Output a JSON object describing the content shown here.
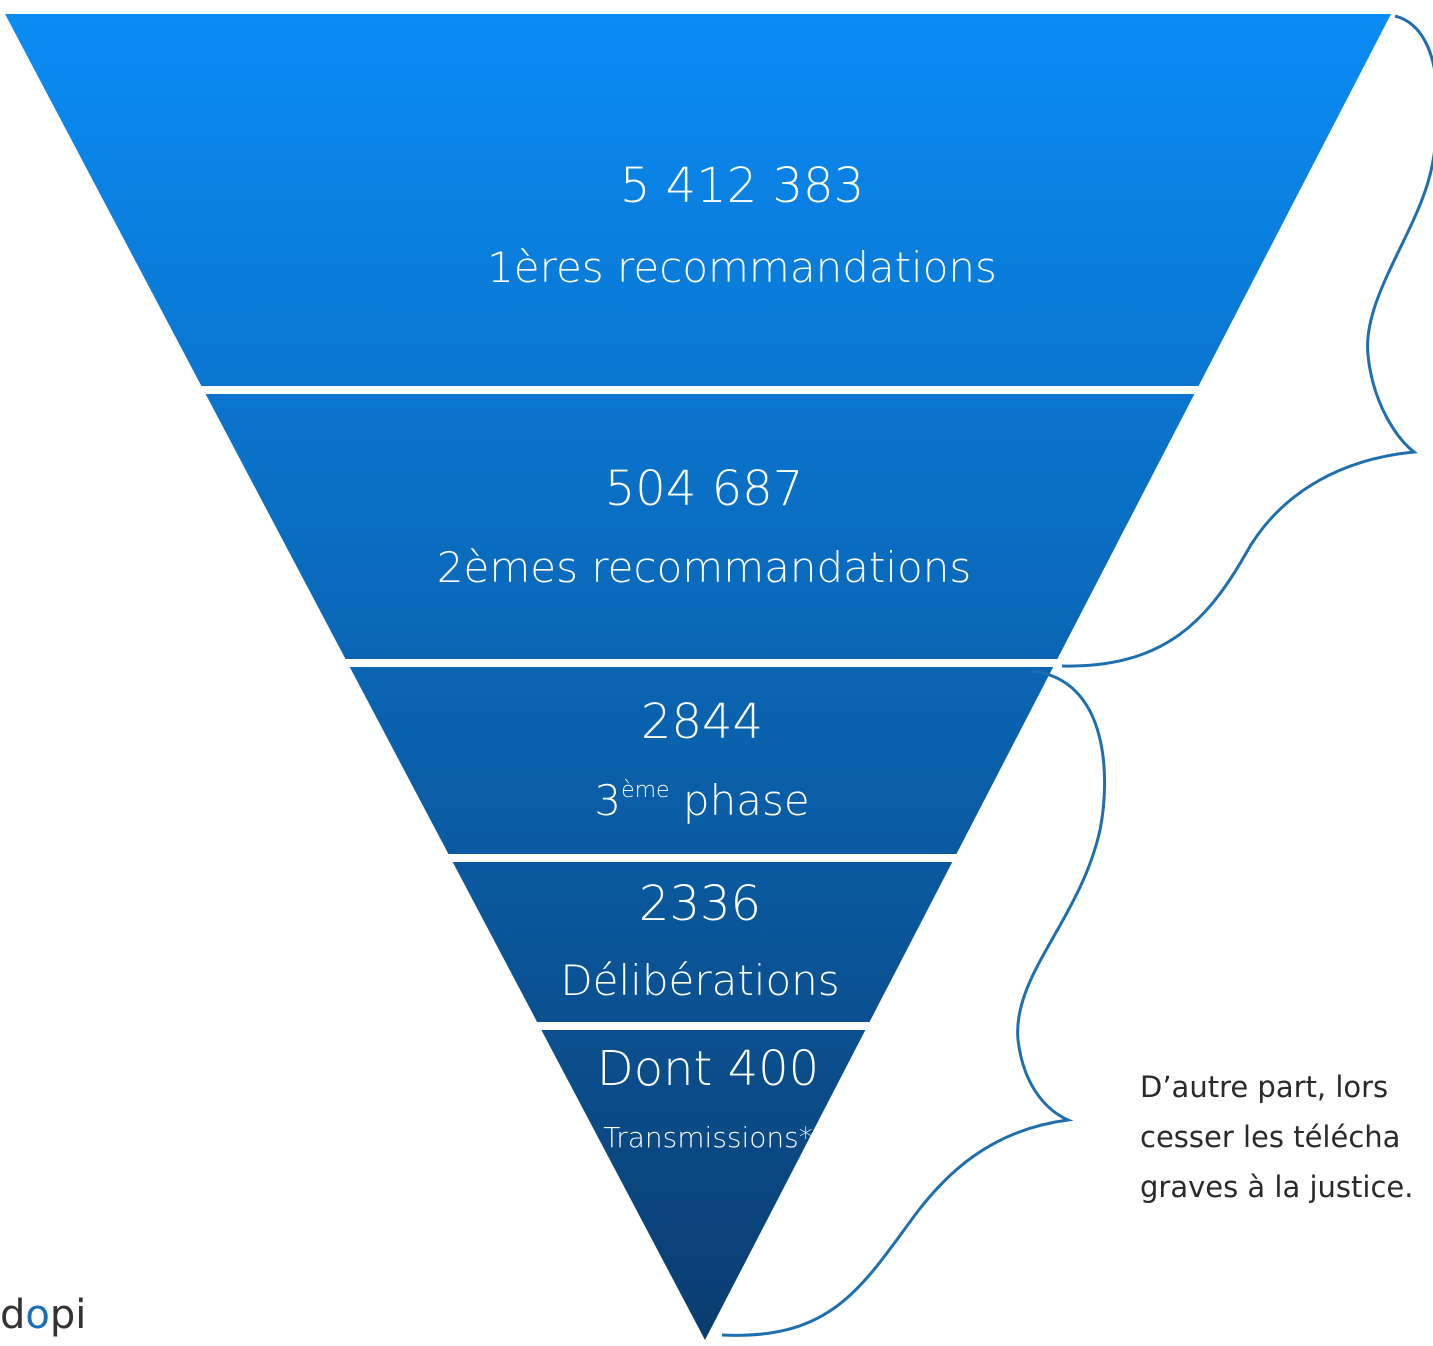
{
  "funnel": {
    "stages": [
      {
        "value": "5 412 383",
        "label": "1ères recommandations"
      },
      {
        "value": "504 687",
        "label": "2èmes recommandations"
      },
      {
        "value": "2844",
        "label_main": "3",
        "label_sup": "ème",
        "label_rest": " phase"
      },
      {
        "value": "2336",
        "label": "Délibérations"
      },
      {
        "value": "Dont 400",
        "label": "Transmissions*"
      }
    ]
  },
  "side_note": {
    "lines": [
      "D’autre part, lors",
      "cesser les télécha",
      "graves à la justice."
    ]
  },
  "brand": {
    "prefix": "d",
    "o": "o",
    "suffix": "pi"
  },
  "colors": {
    "funnel_top": "#0a8cf5",
    "funnel_bottom": "#0a3d70",
    "brace": "#1f6fb0",
    "divider": "#ffffff"
  }
}
